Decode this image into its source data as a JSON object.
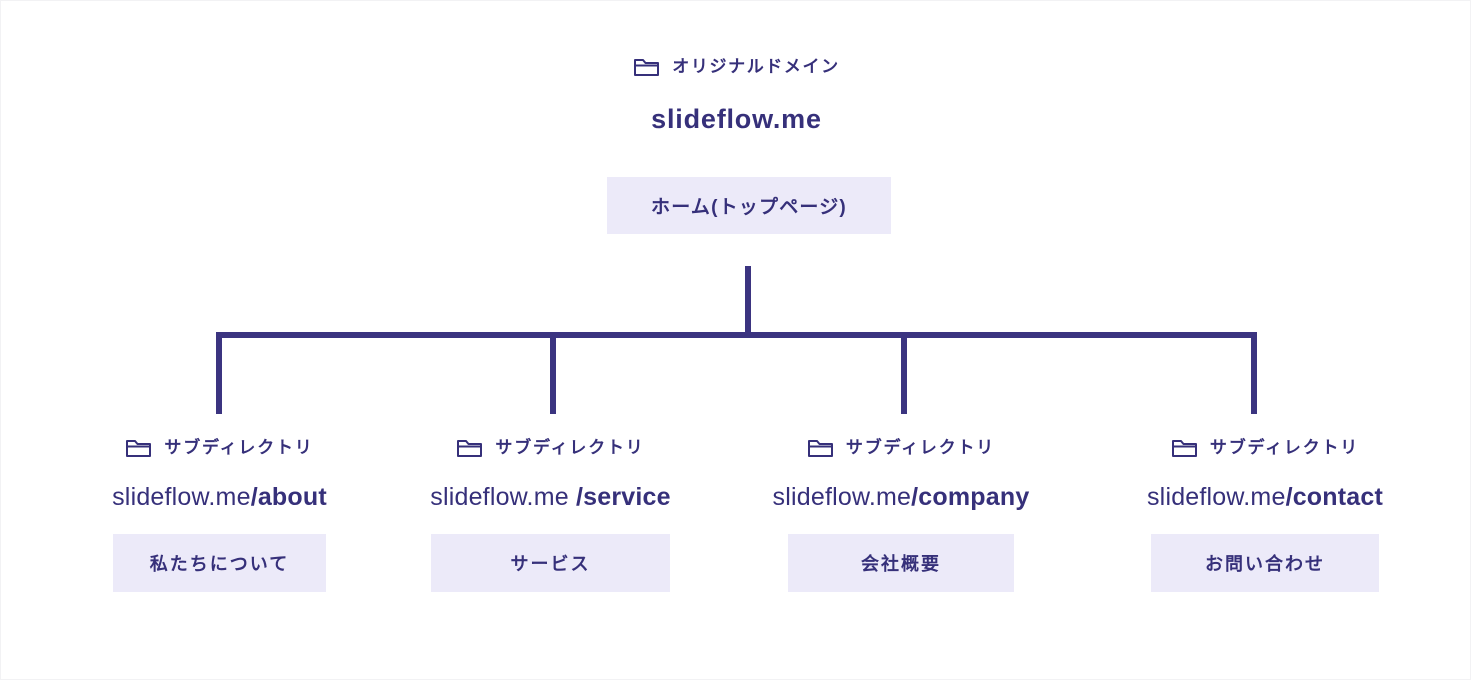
{
  "colors": {
    "line": "#3b3480",
    "text": "#36307a",
    "box_fill": "#eceaf9",
    "canvas": "#ffffff"
  },
  "root": {
    "icon": "folder-icon",
    "caption": "オリジナルドメイン",
    "title": "slideflow.me"
  },
  "home": {
    "label": "ホーム(トップページ)"
  },
  "children": [
    {
      "icon": "folder-icon",
      "caption": "サブディレクトリ",
      "url_domain": "slideflow.me",
      "url_path": "/about",
      "label": "私たちについて"
    },
    {
      "icon": "folder-icon",
      "caption": "サブディレクトリ",
      "url_domain": "slideflow.me ",
      "url_path": "/service",
      "label": "サービス"
    },
    {
      "icon": "folder-icon",
      "caption": "サブディレクトリ",
      "url_domain": "slideflow.me",
      "url_path": "/company",
      "label": "会社概要"
    },
    {
      "icon": "folder-icon",
      "caption": "サブディレクトリ",
      "url_domain": "slideflow.me",
      "url_path": "/contact",
      "label": "お問い合わせ"
    }
  ]
}
